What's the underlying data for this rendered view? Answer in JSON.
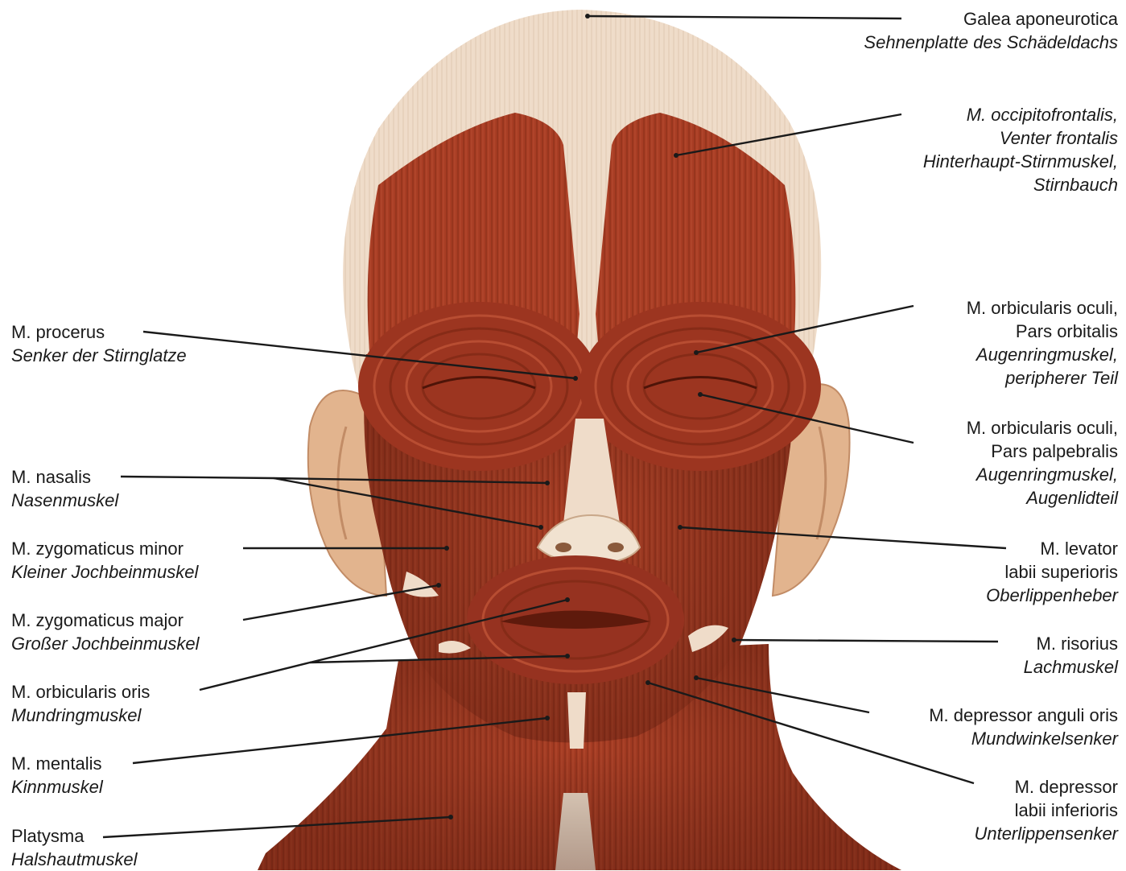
{
  "labels": {
    "galea": {
      "latin": "Galea aponeurotica",
      "german": "Sehnenplatte des Schädeldachs"
    },
    "occipitofrontalis": {
      "latin_1": "M. occipitofrontalis,",
      "latin_2": "Venter frontalis",
      "german_1": "Hinterhaupt-Stirnmuskel,",
      "german_2": "Stirnbauch"
    },
    "procerus": {
      "latin": "M. procerus",
      "german": "Senker der Stirnglatze"
    },
    "orbicularis_oculi_orbitalis": {
      "latin_1": "M. orbicularis oculi,",
      "latin_2": "Pars orbitalis",
      "german_1": "Augenringmuskel,",
      "german_2": "peripherer Teil"
    },
    "orbicularis_oculi_palpebralis": {
      "latin_1": "M. orbicularis oculi,",
      "latin_2": "Pars palpebralis",
      "german_1": "Augenringmuskel,",
      "german_2": "Augenlidteil"
    },
    "nasalis": {
      "latin": "M. nasalis",
      "german": "Nasenmuskel"
    },
    "zygomaticus_minor": {
      "latin": "M. zygomaticus minor",
      "german": "Kleiner Jochbeinmuskel"
    },
    "levator_labii": {
      "latin_1": "M. levator",
      "latin_2": "labii superioris",
      "german": "Oberlippenheber"
    },
    "zygomaticus_major": {
      "latin": "M. zygomaticus major",
      "german": "Großer Jochbeinmuskel"
    },
    "risorius": {
      "latin": "M. risorius",
      "german": "Lachmuskel"
    },
    "orbicularis_oris": {
      "latin": "M. orbicularis oris",
      "german": "Mundringmuskel"
    },
    "depressor_anguli": {
      "latin": "M. depressor anguli oris",
      "german": "Mundwinkelsenker"
    },
    "mentalis": {
      "latin": "M. mentalis",
      "german": "Kinnmuskel"
    },
    "depressor_labii": {
      "latin_1": "M. depressor",
      "latin_2": "labii inferioris",
      "german": "Unterlippensenker"
    },
    "platysma": {
      "latin": "Platysma",
      "german": "Halshautmuskel"
    }
  },
  "colors": {
    "muscle": "#a83d24",
    "muscle_dark": "#7e2814",
    "muscle_light": "#c4593a",
    "tendon": "#eedac7",
    "skin": "#e2b48e",
    "leader": "#1a1a1a"
  }
}
